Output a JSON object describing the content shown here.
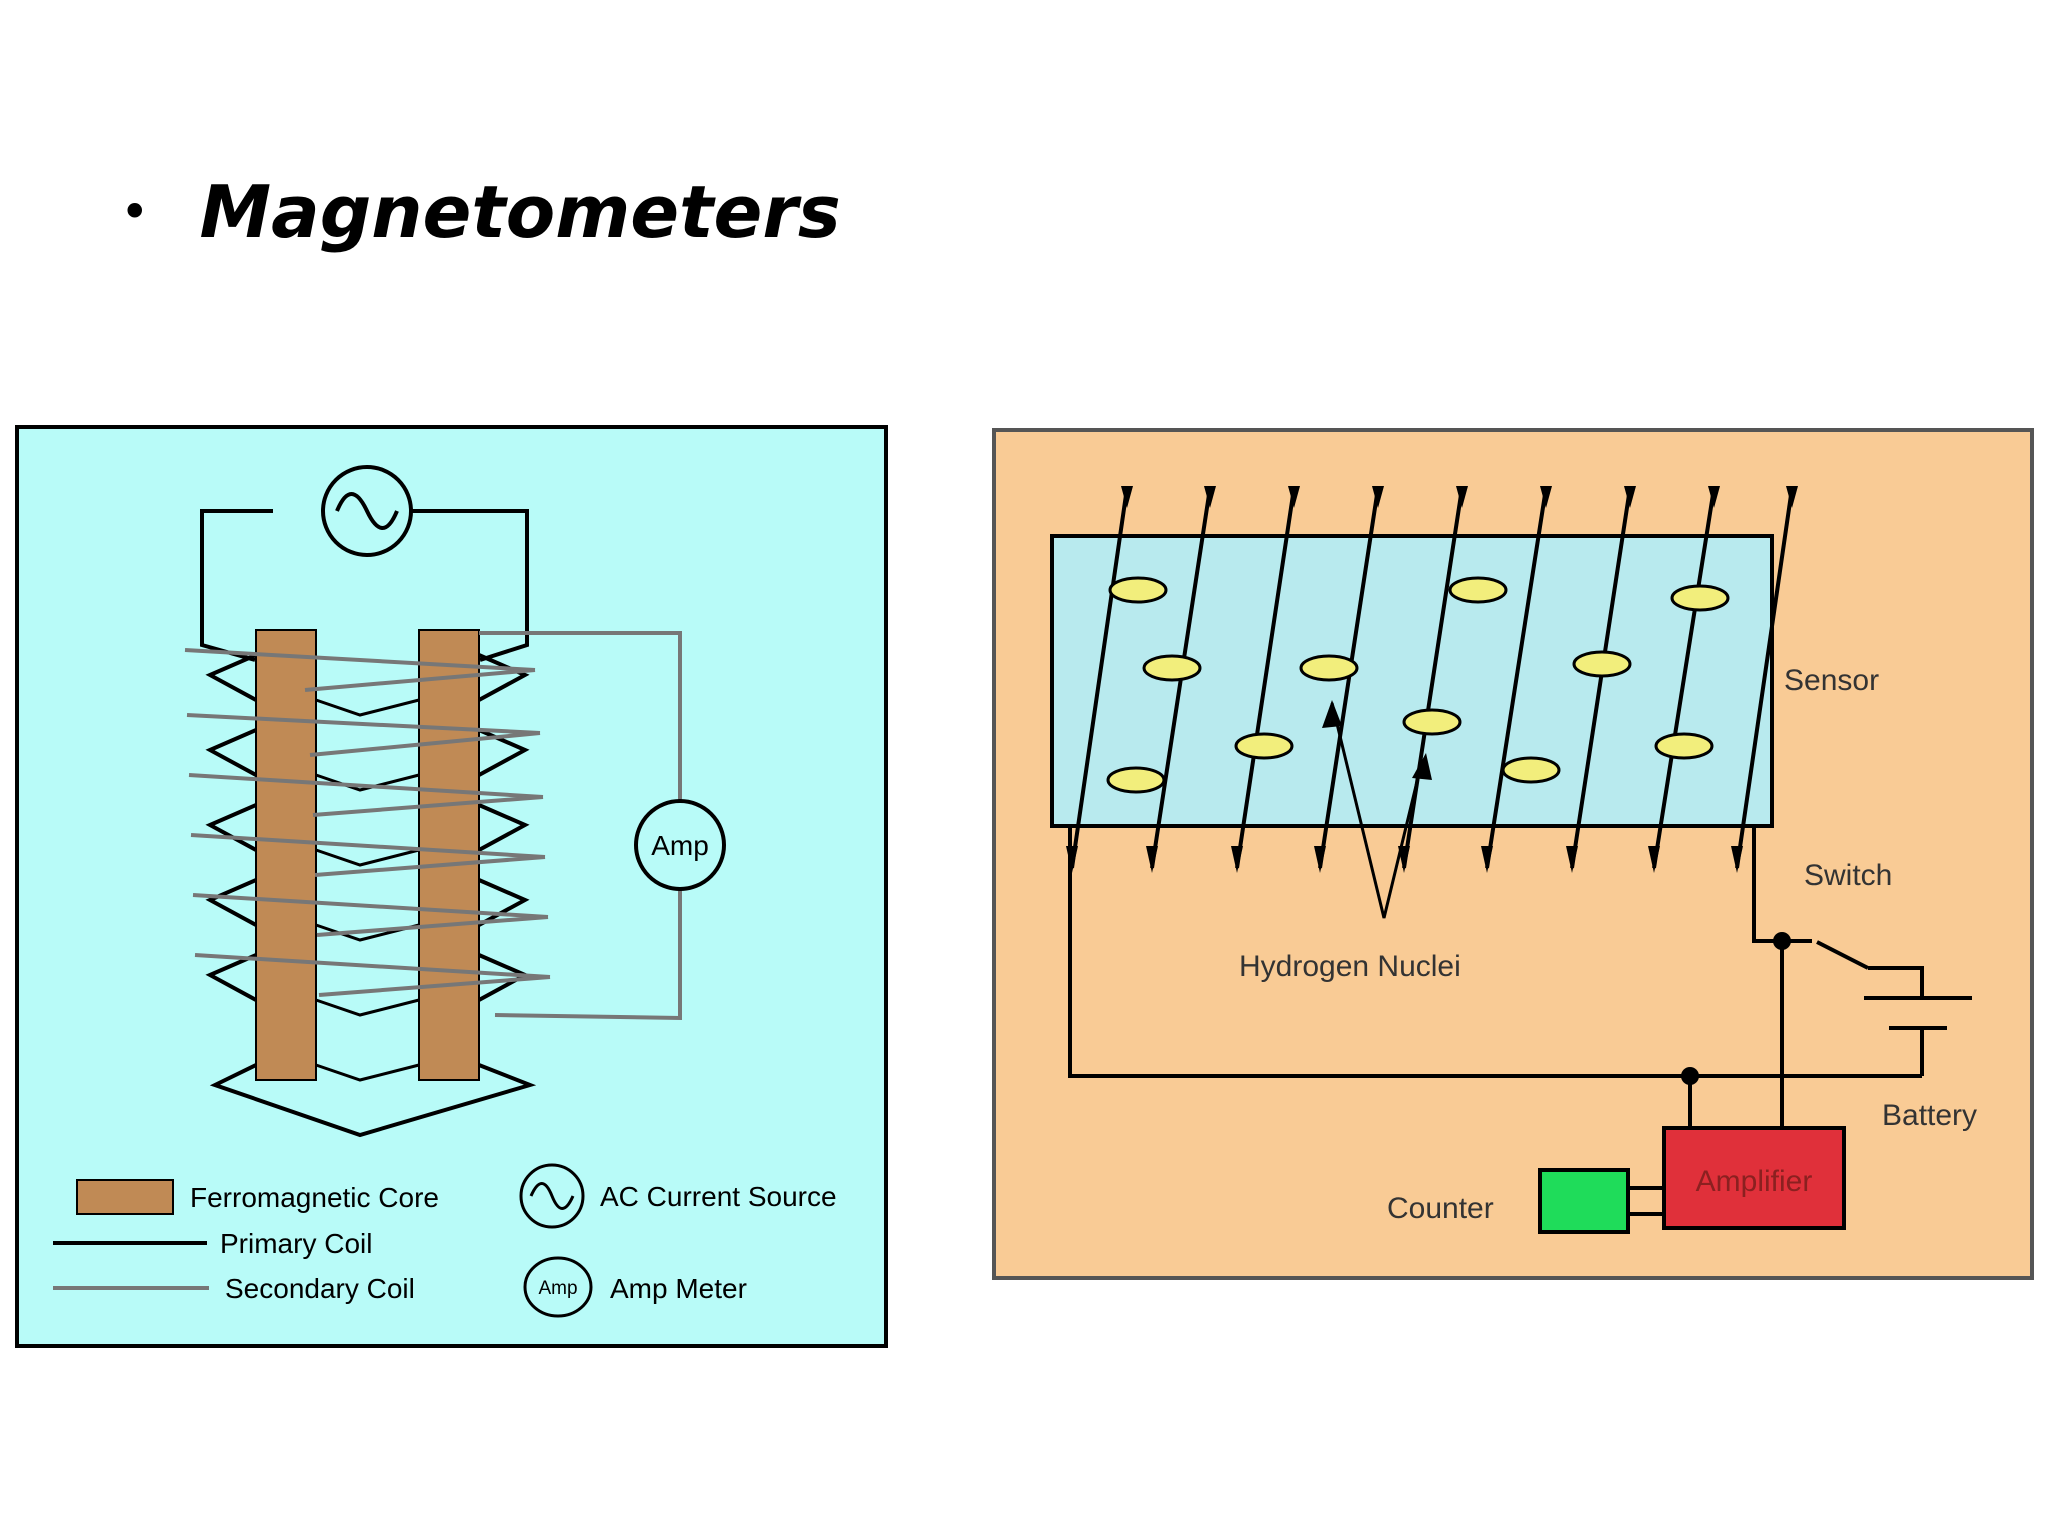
{
  "slide": {
    "bullet": "•",
    "title": "Magnetometers"
  },
  "fluxgate": {
    "amp_label": "Amp",
    "legend": {
      "core": "Ferromagnetic Core",
      "primary": "Primary Coil",
      "secondary": "Secondary Coil",
      "ac_source": "AC Current Source",
      "amp_meter": "Amp Meter",
      "amp_symbol": "Amp"
    },
    "colors": {
      "background": "#b8fbf8",
      "core": "#c08a55",
      "primary": "#000000",
      "secondary": "#777777"
    }
  },
  "proton": {
    "labels": {
      "sensor": "Sensor",
      "switch": "Switch",
      "hydrogen": "Hydrogen Nuclei",
      "battery": "Battery",
      "amplifier": "Amplifier",
      "counter": "Counter"
    },
    "colors": {
      "background": "#f9cb95",
      "sensor": "#b8eaee",
      "nuclei": "#f2ee7c",
      "amplifier": "#e0303a",
      "counter": "#1fdc5a"
    }
  }
}
